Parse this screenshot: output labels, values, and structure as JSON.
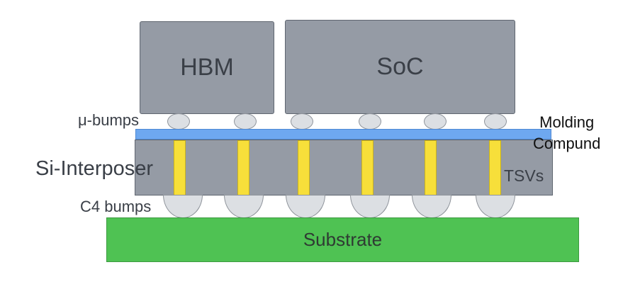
{
  "dies": {
    "hbm_label": "HBM",
    "soc_label": "SoC"
  },
  "labels": {
    "ubumps": "μ-bumps",
    "molding_line1": "Molding",
    "molding_line2": "Compund",
    "interposer": "Si-Interposer",
    "tsvs": "TSVs",
    "c4_bumps": "C4 bumps",
    "substrate": "Substrate"
  },
  "colors": {
    "die": "#959ba5",
    "bump": "#dcdfe3",
    "molding": "#6ea8f0",
    "tsv": "#f7df3a",
    "substrate": "#4fc253"
  }
}
